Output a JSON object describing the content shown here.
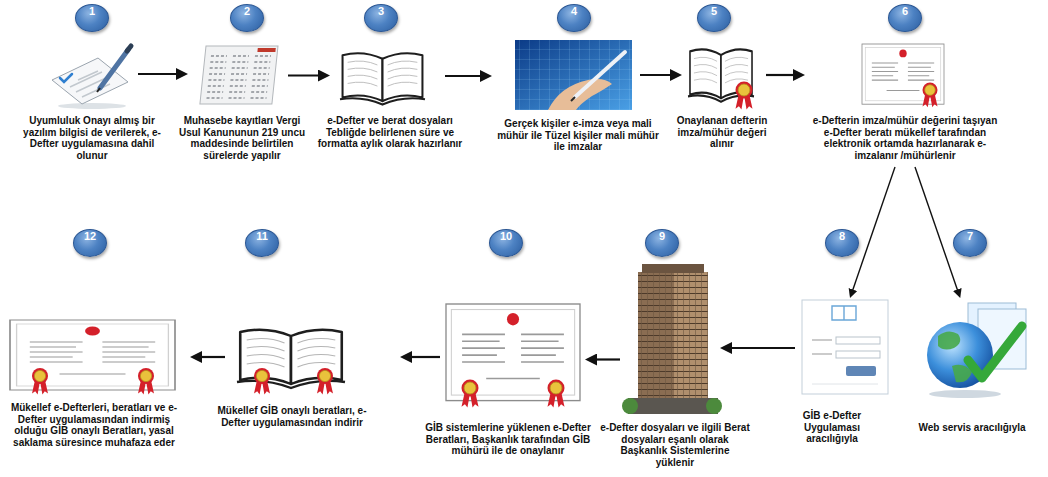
{
  "diagram": {
    "nodes": [
      {
        "text": [
          "1",
          "Uyumluluk Onayı almış bir yazılım bilgisi de verilerek, e-Defter uygulamasına dahil olunur"
        ]
      },
      {
        "text": [
          "2",
          "Muhasebe kayıtları Vergi Usul Kanununun 219 uncu maddesinde belirtilen sürelerde yapılır"
        ]
      },
      {
        "text": [
          "3",
          "e-Defter ve berat dosyaları Tebliğde belirlenen süre ve formatta aylık olarak hazırlanır"
        ]
      },
      {
        "text": [
          "4",
          "Gerçek kişiler e-imza veya mali mühür ile Tüzel kişiler mali mühür ile imzalar"
        ]
      },
      {
        "text": [
          "5",
          "Onaylanan defterin imza/mühür değeri alınır"
        ]
      },
      {
        "text": [
          "6",
          "e-Defterin imza/mühür değerini taşıyan e-Defter beratı mükellef tarafından elektronik ortamda hazırlanarak e-imzalanır /mühürlenir"
        ]
      },
      {
        "text": [
          "7",
          "Web servis aracılığıyla"
        ]
      },
      {
        "text": [
          "8",
          "GİB e-Defter Uygulaması aracılığıyla"
        ]
      },
      {
        "text": [
          "9",
          "e-Defter dosyaları ve ilgili Berat dosyaları eşanlı olarak Başkanlık Sistemlerine yüklenir"
        ]
      },
      {
        "text": [
          "10",
          "GİB sistemlerine yüklenen e-Defter Beratları, Başkanlık tarafından GİB mühürü ile de onaylanır"
        ]
      },
      {
        "text": [
          "11",
          "Mükellef GİB onaylı beratları, e-Defter uygulamasından indirir"
        ]
      },
      {
        "text": [
          "12",
          "Mükellef e-Defterleri, beratları ve e-Defter uygulamasından indirmiş olduğu GİB onaylı Beratları, yasal saklama süresince muhafaza eder"
        ]
      }
    ],
    "edges": [
      {
        "from": 0,
        "to": 1,
        "arrow": "to"
      },
      {
        "from": 1,
        "to": 2,
        "arrow": "to"
      },
      {
        "from": 2,
        "to": 3,
        "arrow": "to"
      },
      {
        "from": 3,
        "to": 4,
        "arrow": "to"
      },
      {
        "from": 4,
        "to": 5,
        "arrow": "to"
      },
      {
        "from": 5,
        "to": 7,
        "arrow": "to"
      },
      {
        "from": 5,
        "to": 6,
        "arrow": "to"
      },
      {
        "from": 7,
        "to": 8,
        "arrow": "to"
      },
      {
        "from": 8,
        "to": 9,
        "arrow": "to"
      },
      {
        "from": 9,
        "to": 10,
        "arrow": "to"
      },
      {
        "from": 10,
        "to": 11,
        "arrow": "to"
      }
    ]
  }
}
